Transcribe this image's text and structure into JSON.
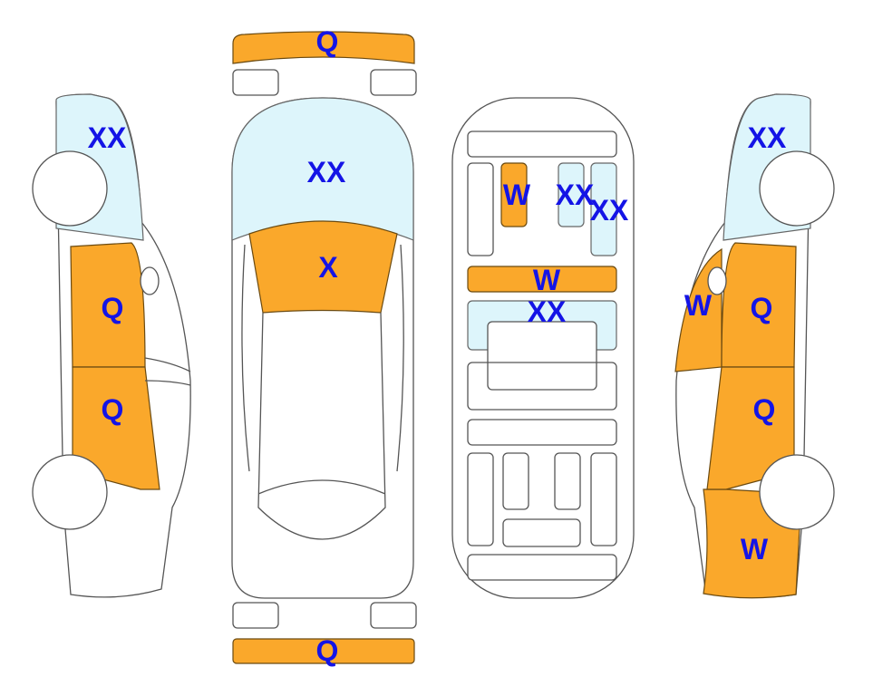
{
  "colors": {
    "damaged": "#FAA82B",
    "glass": "#DDF5FB",
    "label": "#1414E6"
  },
  "left_side": {
    "windshield": "XX",
    "front_door": "Q",
    "rear_door": "Q"
  },
  "top_view": {
    "front_bumper": "Q",
    "windshield": "XX",
    "hood": "X",
    "rear_bumper": "Q"
  },
  "interior": {
    "seat_left": "W",
    "panel_center": "XX",
    "panel_right": "XX",
    "dash": "W",
    "console": "XX"
  },
  "right_side": {
    "windshield": "XX",
    "front_fender": "W",
    "front_door": "Q",
    "rear_door": "Q",
    "rear_quarter": "W"
  }
}
